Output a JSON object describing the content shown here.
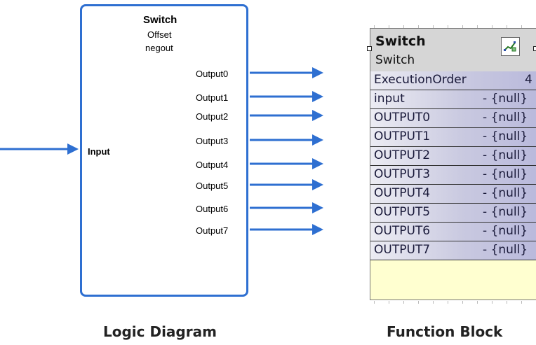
{
  "logic": {
    "title": "Switch",
    "line2": "Offset",
    "line3": "negout",
    "input_label": "Input",
    "outputs": [
      "Output0",
      "Output1",
      "Output2",
      "Output3",
      "Output4",
      "Output5",
      "Output6",
      "Output7"
    ]
  },
  "function_block": {
    "title": "Switch",
    "subtitle": "Switch",
    "rows": [
      {
        "name": "ExecutionOrder",
        "value": "4"
      },
      {
        "name": "input",
        "value": "- {null}"
      },
      {
        "name": "OUTPUT0",
        "value": "- {null}"
      },
      {
        "name": "OUTPUT1",
        "value": "- {null}"
      },
      {
        "name": "OUTPUT2",
        "value": "- {null}"
      },
      {
        "name": "OUTPUT3",
        "value": "- {null}"
      },
      {
        "name": "OUTPUT4",
        "value": "- {null}"
      },
      {
        "name": "OUTPUT5",
        "value": "- {null}"
      },
      {
        "name": "OUTPUT6",
        "value": "- {null}"
      },
      {
        "name": "OUTPUT7",
        "value": "- {null}"
      }
    ]
  },
  "captions": {
    "left": "Logic Diagram",
    "right": "Function Block"
  },
  "colors": {
    "arrow": "#2e6fd1",
    "box_border": "#2e6fd1"
  }
}
